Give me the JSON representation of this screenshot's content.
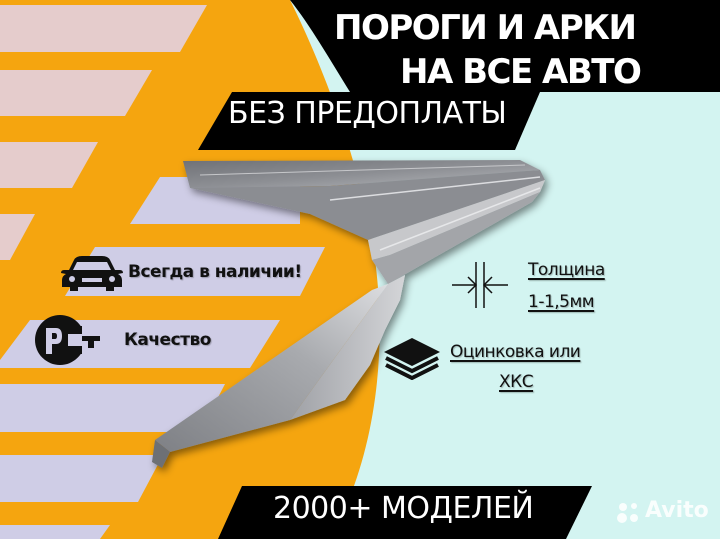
{
  "headline": {
    "line1": "ПОРОГИ И АРКИ",
    "line2": "НА ВСЕ АВТО"
  },
  "banner_top": {
    "label": "БЕЗ ПРЕДОПЛАТЫ"
  },
  "banner_bottom": {
    "label": "2000+ МОДЕЛЕЙ"
  },
  "features": [
    {
      "icon": "car-icon",
      "label": "Всегда в наличии!"
    },
    {
      "icon": "rst-certification-icon",
      "label": "Качество"
    }
  ],
  "specs": {
    "thickness": {
      "icon": "thickness-arrows-icon",
      "line1": "Толщина",
      "line2": "1-1,5мм"
    },
    "material": {
      "icon": "layers-icon",
      "line1": "Оцинковка или",
      "line2": "ХКС"
    }
  },
  "watermark": {
    "brand": "Avito"
  },
  "colors": {
    "orange": "#f5a50f",
    "lavender": "#cfcde6",
    "pink_stripe": "#e5cccc",
    "mint": "#d3f4f1",
    "black": "#000000",
    "metal": "#9a9ca1"
  }
}
